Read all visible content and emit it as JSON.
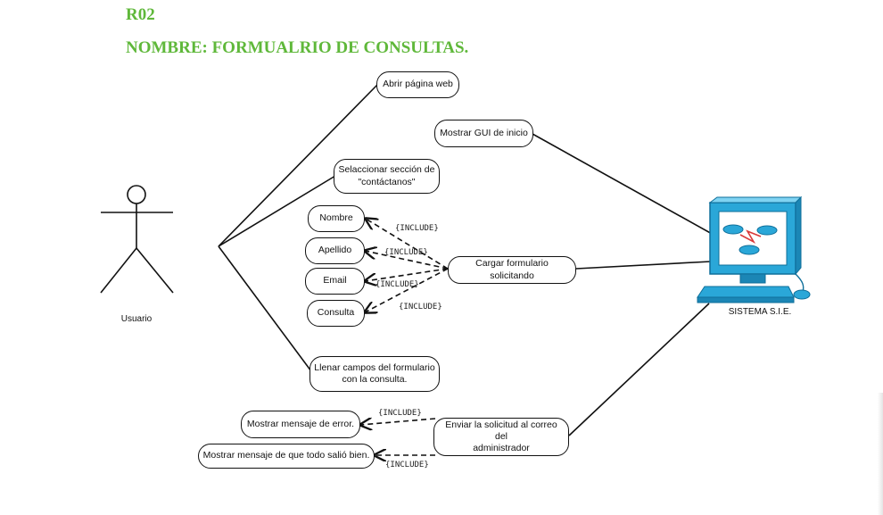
{
  "header": {
    "code": "R02",
    "title": "NOMBRE: FORMUALRIO DE CONSULTAS."
  },
  "actors": {
    "user": "Usuario",
    "system": "SISTEMA S.I.E."
  },
  "use_cases": {
    "abrir": "Abrir página web",
    "mostrar_gui": "Mostrar GUI de inicio",
    "seleccionar": "Selaccionar sección de\n\"contáctanos\"",
    "nombre": "Nombre",
    "apellido": "Apellido",
    "email": "Email",
    "consulta": "Consulta",
    "cargar": "Cargar formulario solicitando",
    "llenar": "Llenar campos del formulario\ncon la consulta.",
    "error": "Mostrar mensaje de error.",
    "enviar": "Enviar la solicitud al correo del\nadministrador",
    "exito": "Mostrar mensaje de que todo salió bien."
  },
  "relations": {
    "include": "{INCLUDE}"
  },
  "colors": {
    "heading": "#5fb83a",
    "monitor": "#2aa7d8",
    "link": "#d93a3a"
  }
}
